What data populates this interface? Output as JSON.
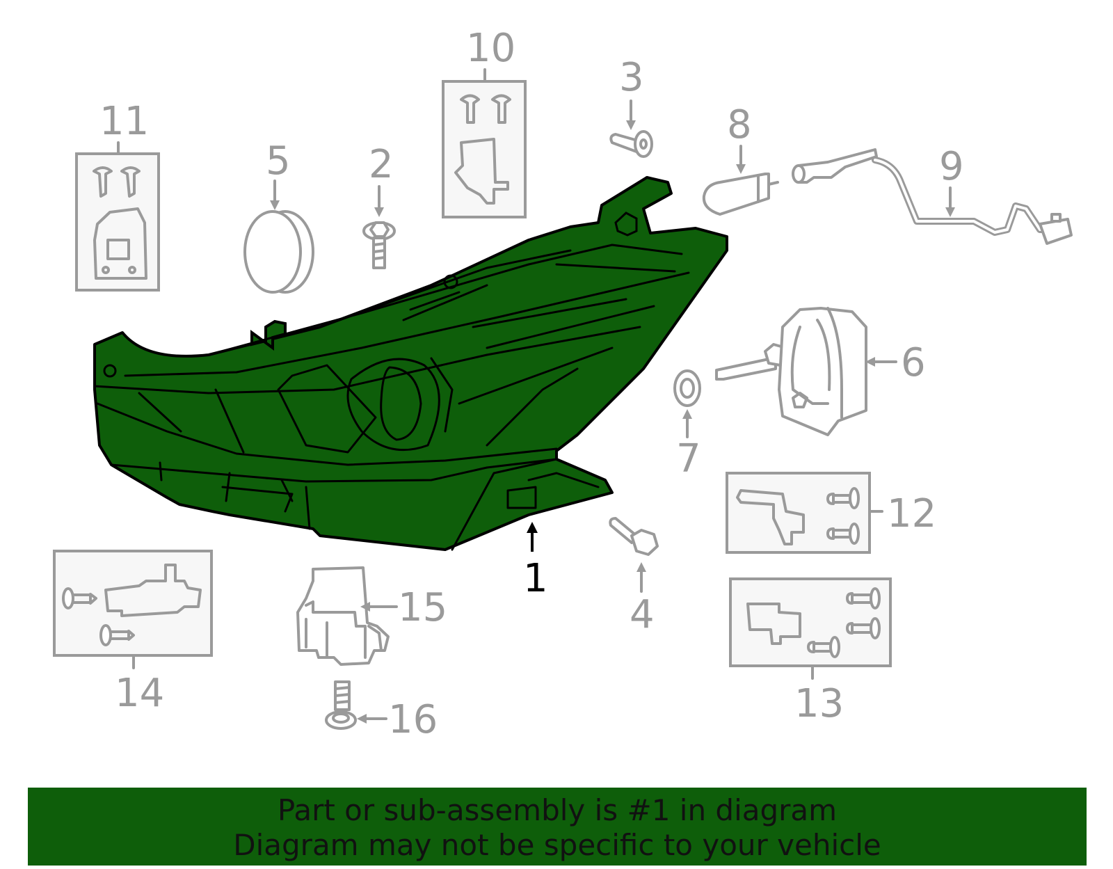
{
  "colors": {
    "highlight": "#0e5e0a",
    "part_outline": "#9a9a9a",
    "banner": "#0e5e0a"
  },
  "callouts": {
    "c1": "1",
    "c2": "2",
    "c3": "3",
    "c4": "4",
    "c5": "5",
    "c6": "6",
    "c7": "7",
    "c8": "8",
    "c9": "9",
    "c10": "10",
    "c11": "11",
    "c12": "12",
    "c13": "13",
    "c14": "14",
    "c15": "15",
    "c16": "16"
  },
  "banner": {
    "line1": "Part or sub-assembly is #1 in diagram",
    "line2": "Diagram may not be specific to your vehicle"
  }
}
